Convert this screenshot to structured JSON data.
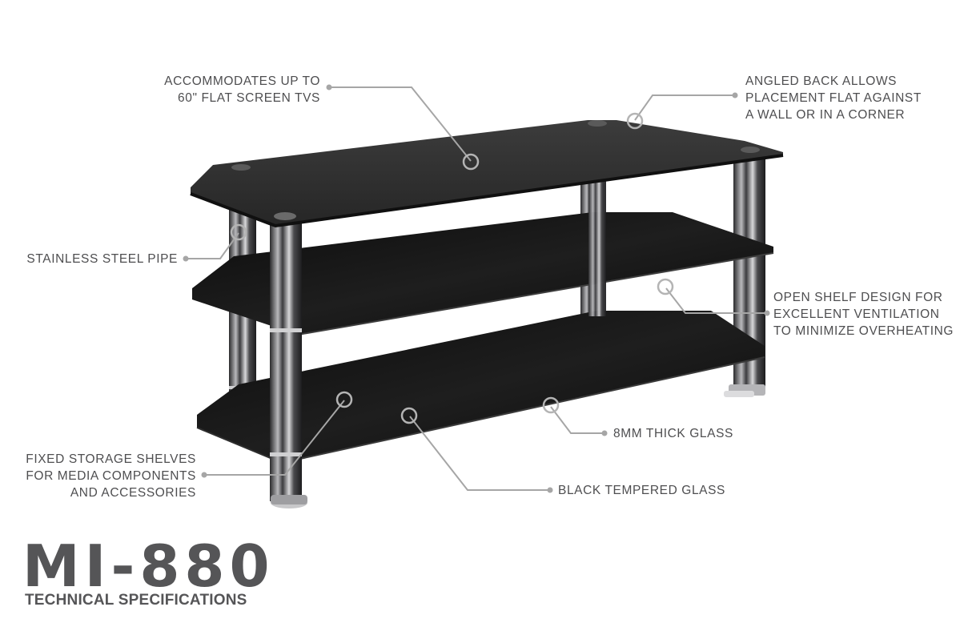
{
  "product": {
    "model": "MI-880",
    "subtitle": "TECHNICAL SPECIFICATIONS"
  },
  "callouts": [
    {
      "id": "tv-size",
      "lines": [
        "ACCOMMODATES UP TO",
        "60\" FLAT SCREEN TVS"
      ]
    },
    {
      "id": "angled-back",
      "lines": [
        "ANGLED BACK ALLOWS",
        "PLACEMENT FLAT AGAINST",
        "A WALL OR IN A CORNER"
      ]
    },
    {
      "id": "steel-pipe",
      "lines": [
        "STAINLESS STEEL PIPE"
      ]
    },
    {
      "id": "open-shelf",
      "lines": [
        "OPEN SHELF DESIGN FOR",
        "EXCELLENT VENTILATION",
        "TO MINIMIZE OVERHEATING"
      ]
    },
    {
      "id": "thick-glass",
      "lines": [
        "8MM THICK GLASS"
      ]
    },
    {
      "id": "fixed-shelves",
      "lines": [
        "FIXED STORAGE SHELVES",
        "FOR MEDIA COMPONENTS",
        "AND ACCESSORIES"
      ]
    },
    {
      "id": "tempered-glass",
      "lines": [
        "BLACK TEMPERED GLASS"
      ]
    }
  ],
  "colors": {
    "text": "#4e4e50",
    "leader": "#a6a6a6",
    "glass": "#141414",
    "chrome": "#8a8a8c"
  }
}
